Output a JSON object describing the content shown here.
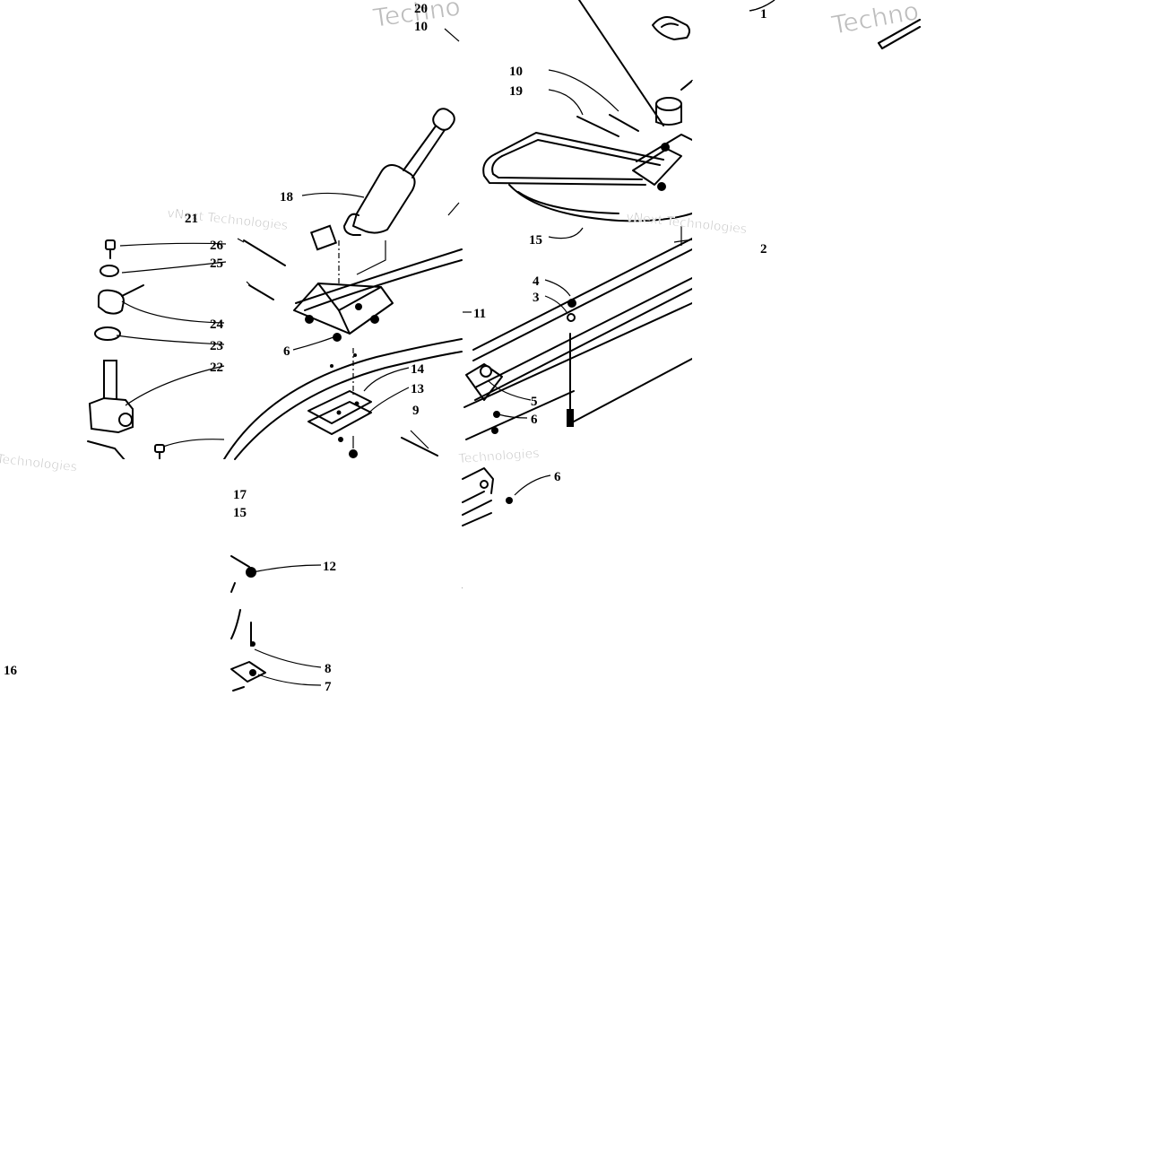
{
  "diagram": {
    "callouts": [
      "20",
      "10",
      "1",
      "10",
      "19",
      "18",
      "21",
      "26",
      "25",
      "24",
      "23",
      "22",
      "6",
      "14",
      "13",
      "9",
      "11",
      "4",
      "3",
      "5",
      "6",
      "15",
      "2",
      "17",
      "15",
      "6",
      "12",
      "8",
      "7",
      "16"
    ],
    "watermarks": [
      "Techno",
      "vNext Technologies",
      "Technologies",
      "Technologies"
    ]
  },
  "colors": {
    "line": "#000000",
    "background": "#ffffff",
    "watermark": "#bdbdbd"
  }
}
